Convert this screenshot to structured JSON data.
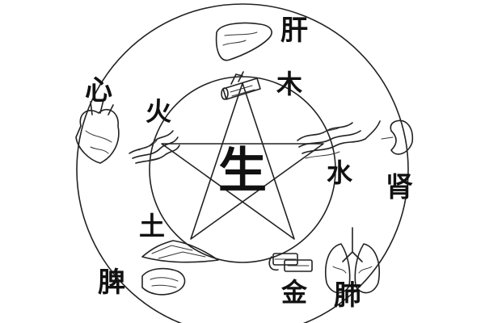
{
  "diagram": {
    "center_label": "生",
    "elements": {
      "wood": "木",
      "fire": "火",
      "earth": "土",
      "metal": "金",
      "water": "水"
    },
    "organs": {
      "liver": "肝",
      "heart": "心",
      "spleen": "脾",
      "lung": "肺",
      "kidney": "肾"
    },
    "ink_color": "#111111",
    "background_color": "#ffffff"
  }
}
